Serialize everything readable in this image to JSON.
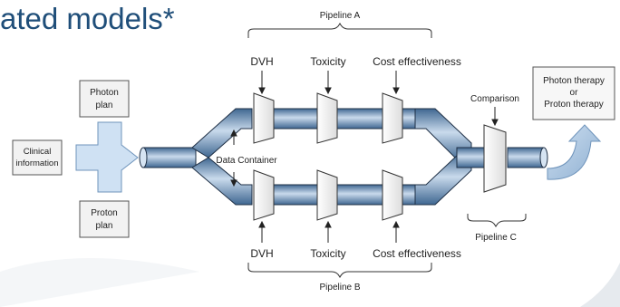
{
  "slide": {
    "title": "ated models*"
  },
  "inputs": {
    "photon_plan": [
      "Photon",
      "plan"
    ],
    "proton_plan": [
      "Proton",
      "plan"
    ],
    "clinical_information": [
      "Clinical",
      "information"
    ]
  },
  "pipelines": {
    "a": {
      "label": "Pipeline A",
      "stages": [
        "DVH",
        "Toxicity",
        "Cost effectiveness"
      ]
    },
    "b": {
      "label": "Pipeline B",
      "stages": [
        "DVH",
        "Toxicity",
        "Cost effectiveness"
      ]
    },
    "c": {
      "label": "Pipeline C",
      "stage": "Comparison"
    }
  },
  "data_container_label": "Data Container",
  "output": [
    "Photon therapy",
    "or",
    "Proton therapy"
  ],
  "colors": {
    "pipe_dark": "#5b7fa6",
    "pipe_light": "#bcd0e6",
    "pipe_outline": "#1e2f45",
    "title": "#1f4e79",
    "box_fill": "#f2f2f2"
  }
}
